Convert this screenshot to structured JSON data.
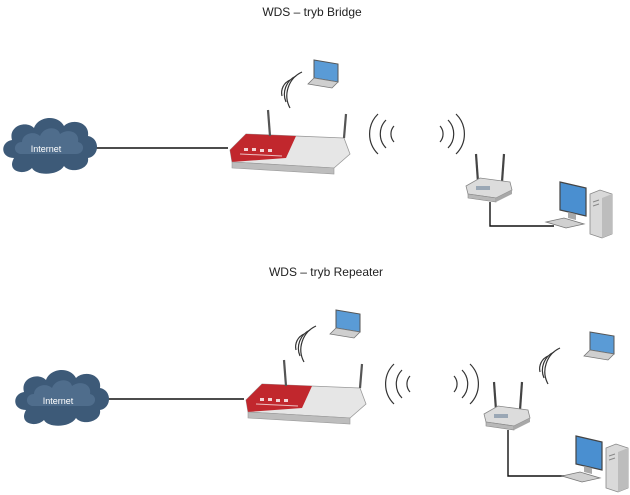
{
  "scenarios": [
    {
      "title": "WDS – tryb Bridge"
    },
    {
      "title": "WDS – tryb Repeater"
    }
  ],
  "cloud": {
    "label": "Internet"
  },
  "colors": {
    "cloud": "#3d5a78",
    "router_red": "#c1272d",
    "router_body": "#e8e8e8",
    "ap_body": "#dcdcdc",
    "monitor_screen": "#4a8fd0",
    "laptop_screen": "#5a9bd6",
    "tower": "#d9d9d9",
    "line": "#111111"
  },
  "icons": [
    "cloud-icon",
    "router-icon",
    "access-point-icon",
    "laptop-icon",
    "desktop-computer-icon",
    "wifi-waves-icon"
  ]
}
